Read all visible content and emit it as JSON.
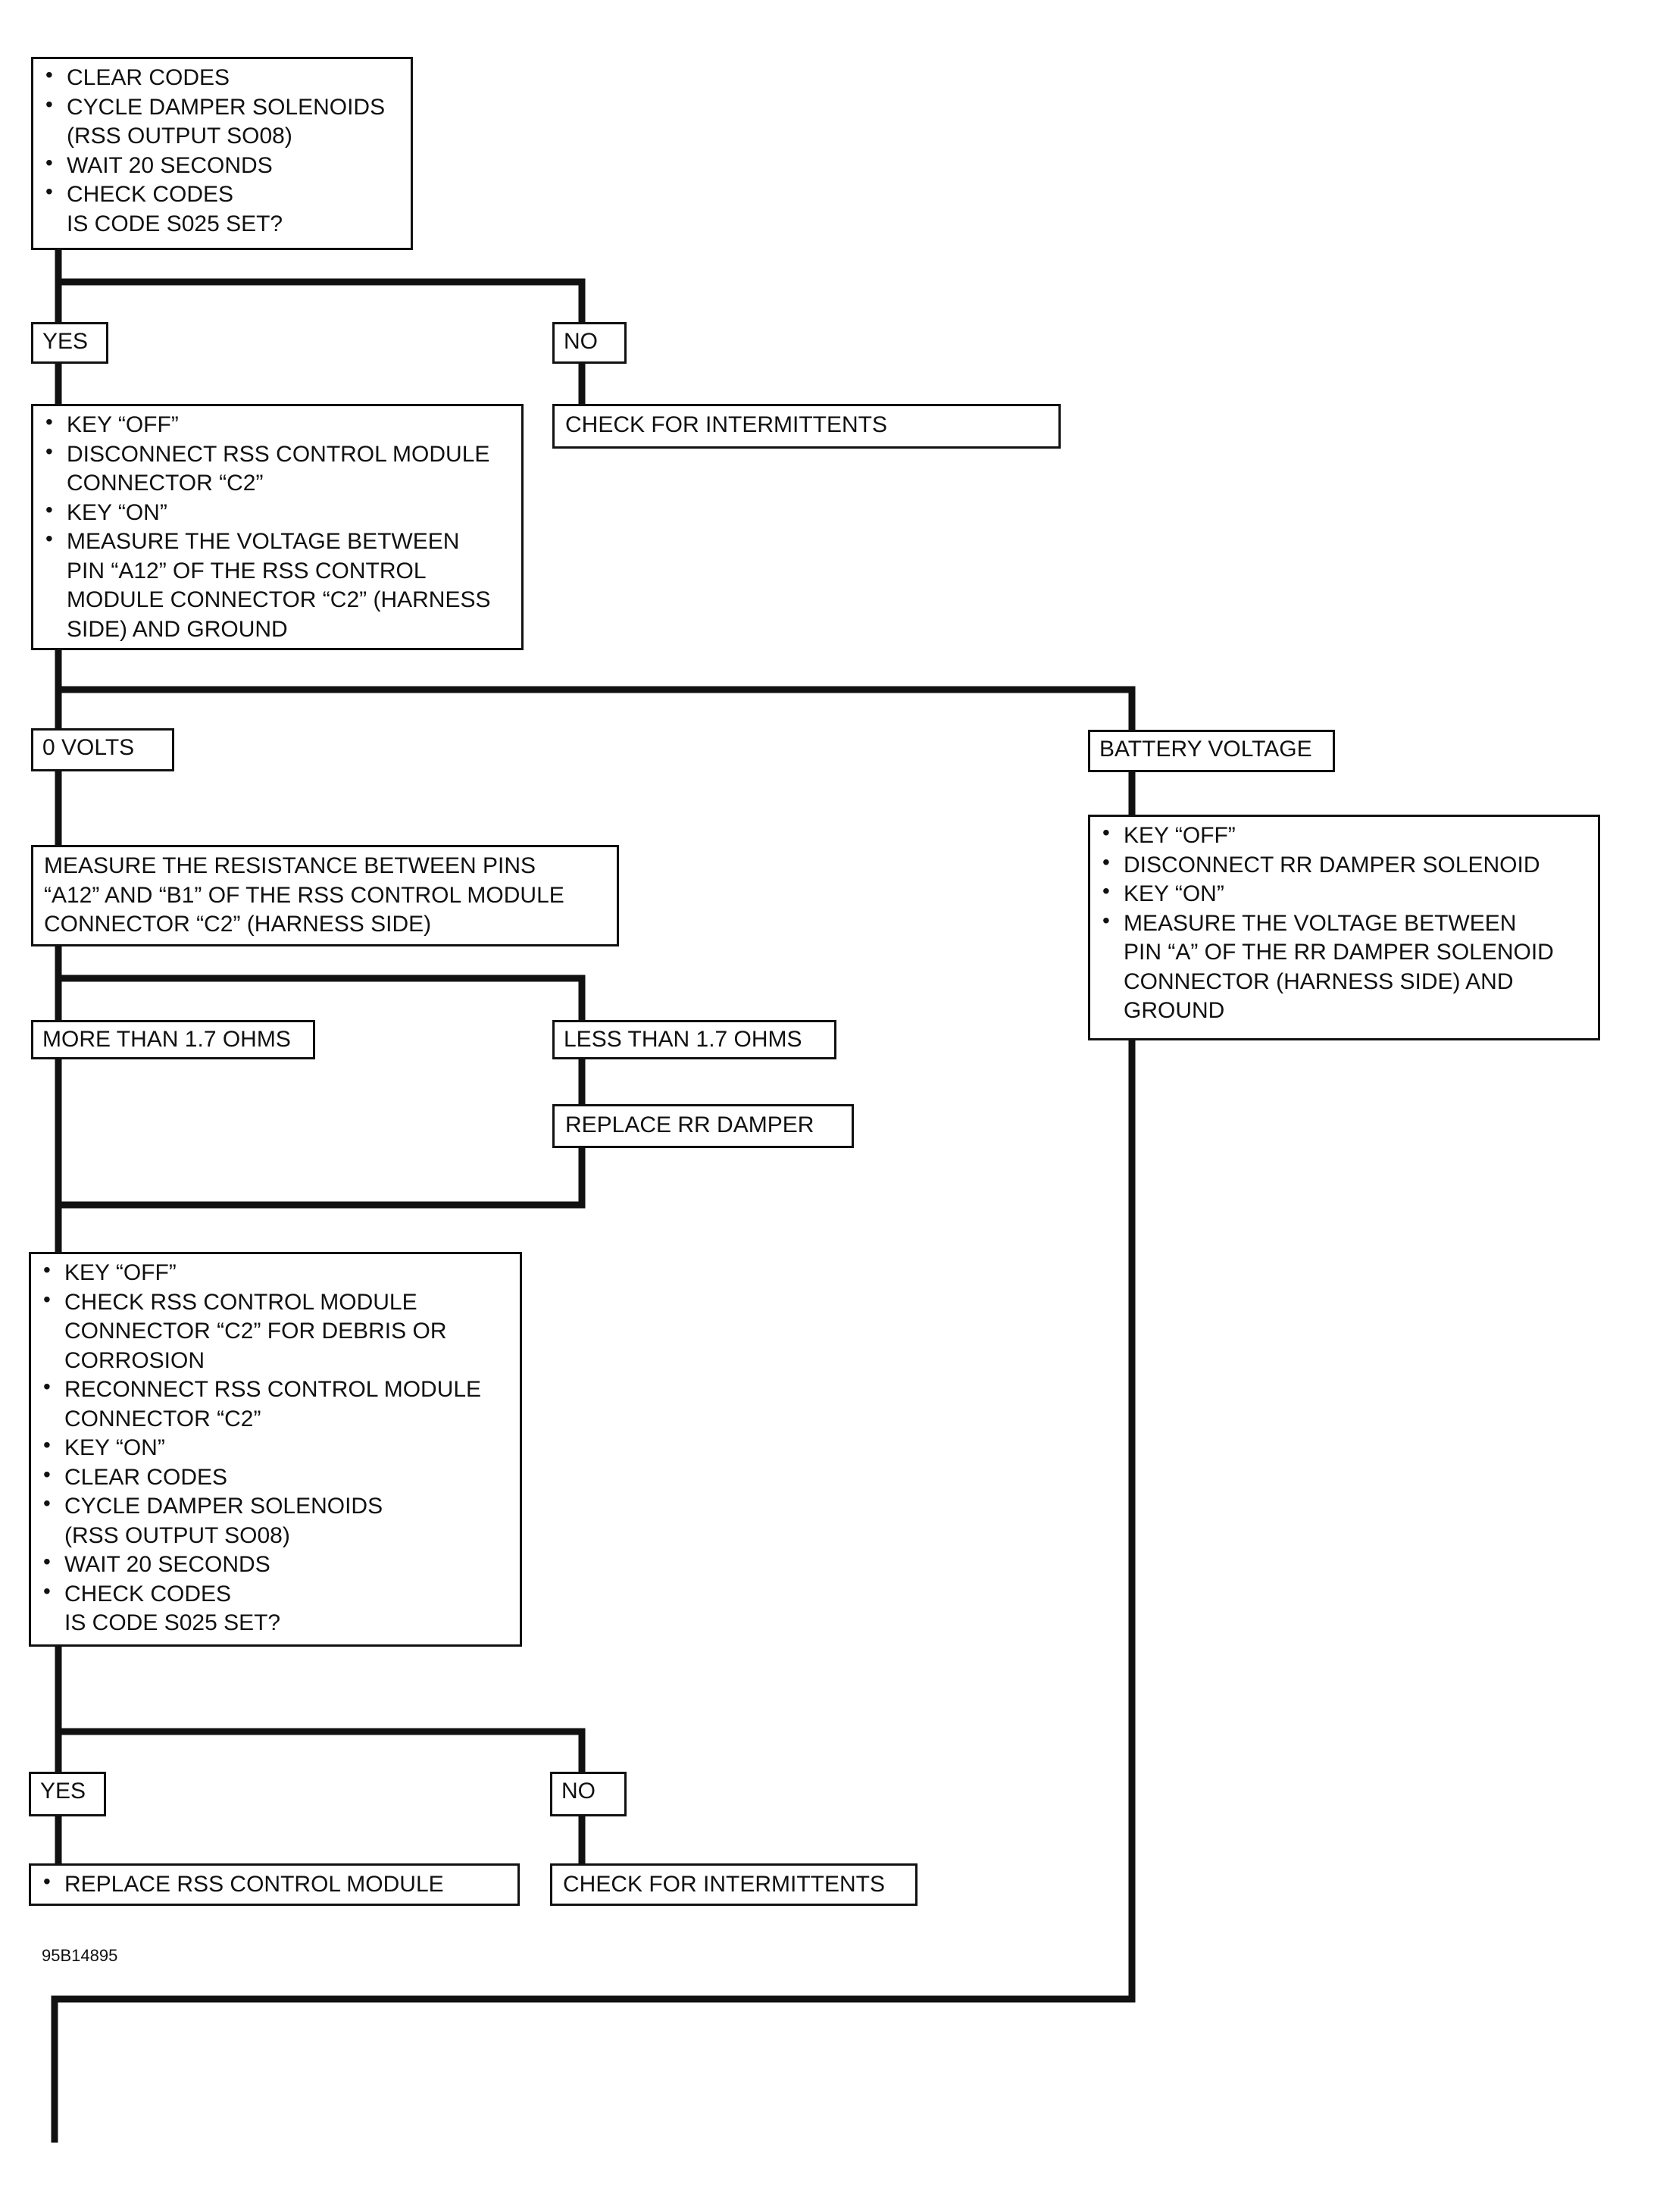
{
  "nodes": {
    "step1": [
      "CLEAR CODES",
      "CYCLE DAMPER SOLENOIDS\n(RSS OUTPUT SO08)",
      "WAIT 20 SECONDS",
      "CHECK CODES\nIS CODE S025 SET?"
    ],
    "yes1": "YES",
    "no1": "NO",
    "intermittents1": "CHECK FOR INTERMITTENTS",
    "step2": [
      "KEY “OFF”",
      "DISCONNECT RSS CONTROL MODULE\nCONNECTOR “C2”",
      "KEY “ON”",
      "MEASURE THE VOLTAGE BETWEEN\nPIN “A12” OF THE RSS CONTROL\nMODULE CONNECTOR “C2” (HARNESS\nSIDE) AND GROUND"
    ],
    "zero_volts": "0 VOLTS",
    "battery_voltage": "BATTERY VOLTAGE",
    "measure_resistance": "MEASURE THE RESISTANCE BETWEEN PINS\n“A12” AND “B1” OF THE RSS CONTROL MODULE\nCONNECTOR “C2” (HARNESS SIDE)",
    "battery_step": [
      "KEY “OFF”",
      "DISCONNECT RR DAMPER SOLENOID",
      "KEY “ON”",
      "MEASURE THE VOLTAGE BETWEEN\nPIN “A” OF THE RR DAMPER SOLENOID\nCONNECTOR (HARNESS SIDE) AND\nGROUND"
    ],
    "more_than": "MORE THAN 1.7 OHMS",
    "less_than": "LESS THAN 1.7 OHMS",
    "replace_damper": "REPLACE RR DAMPER",
    "step3": [
      "KEY “OFF”",
      "CHECK RSS CONTROL MODULE\nCONNECTOR “C2” FOR DEBRIS OR\nCORROSION",
      "RECONNECT RSS CONTROL MODULE\nCONNECTOR “C2”",
      "KEY “ON”",
      "CLEAR CODES",
      "CYCLE DAMPER SOLENOIDS\n(RSS OUTPUT SO08)",
      "WAIT 20 SECONDS",
      "CHECK CODES\nIS CODE S025 SET?"
    ],
    "yes2": "YES",
    "no2": "NO",
    "replace_module": "REPLACE RSS CONTROL MODULE",
    "intermittents2": "CHECK FOR INTERMITTENTS"
  },
  "figure_id": "95B14895"
}
